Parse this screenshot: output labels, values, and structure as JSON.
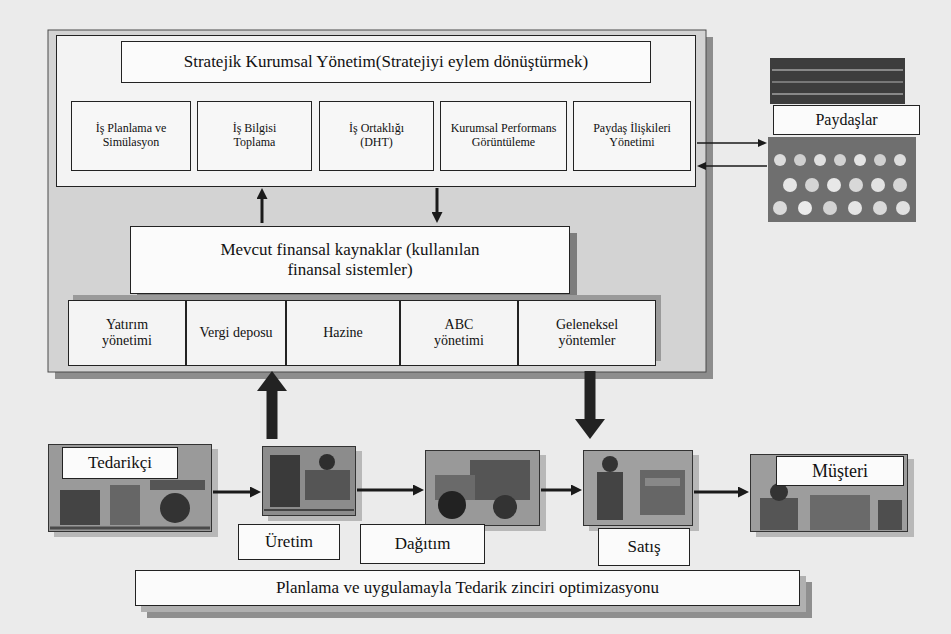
{
  "diagram": {
    "nodes": [
      {
        "text": [
          "Stratejik Kurumsal Yönetim(Stratejiyi eylem dönüştürmek)"
        ]
      },
      {
        "text": [
          "İş Planlama ve Simülasyon"
        ],
        "in": 0
      },
      {
        "text": [
          "İş Bilgisi Toplama"
        ],
        "in": 0
      },
      {
        "text": [
          "İş Ortaklığı (DHT)"
        ],
        "in": 0
      },
      {
        "text": [
          "Kurumsal Performans Görüntüleme"
        ],
        "in": 0
      },
      {
        "text": [
          "Paydaş İlişkileri Yönetimi"
        ],
        "in": 0
      },
      {
        "text": [
          "Paydaşlar"
        ]
      },
      {
        "text": [
          "Mevcut finansal kaynaklar (kullanılan finansal sistemler)"
        ]
      },
      {
        "text": [
          "Yatırım yönetimi"
        ],
        "in": 7
      },
      {
        "text": [
          "Vergi deposu"
        ],
        "in": 7
      },
      {
        "text": [
          "Hazine"
        ],
        "in": 7
      },
      {
        "text": [
          "ABC yönetimi"
        ],
        "in": 7
      },
      {
        "text": [
          "Geleneksel yöntemler"
        ],
        "in": 7
      },
      {
        "text": [
          "Planlama ve uygulamayla Tedarik zinciri optimizasyonu"
        ]
      },
      {
        "text": [
          "Tedarikçi"
        ],
        "in": 13
      },
      {
        "text": [
          "Üretim"
        ],
        "in": 13
      },
      {
        "text": [
          "Dağıtım"
        ],
        "in": 13
      },
      {
        "text": [
          "Satış"
        ],
        "in": 13
      },
      {
        "text": [
          "Müşteri"
        ],
        "in": 13
      }
    ],
    "edges": [
      {
        "from": 0,
        "to": 6,
        "arrow": "to"
      },
      {
        "from": 6,
        "to": 0,
        "arrow": "to"
      },
      {
        "from": 7,
        "to": 0,
        "arrow": "to"
      },
      {
        "from": 0,
        "to": 7,
        "arrow": "to"
      },
      {
        "from": 13,
        "to": 7,
        "arrow": "to"
      },
      {
        "from": 7,
        "to": 13,
        "arrow": "to"
      },
      {
        "from": 14,
        "to": 15,
        "arrow": "to"
      },
      {
        "from": 15,
        "to": 16,
        "arrow": "to"
      },
      {
        "from": 16,
        "to": 17,
        "arrow": "to"
      },
      {
        "from": 17,
        "to": 18,
        "arrow": "to"
      }
    ]
  }
}
